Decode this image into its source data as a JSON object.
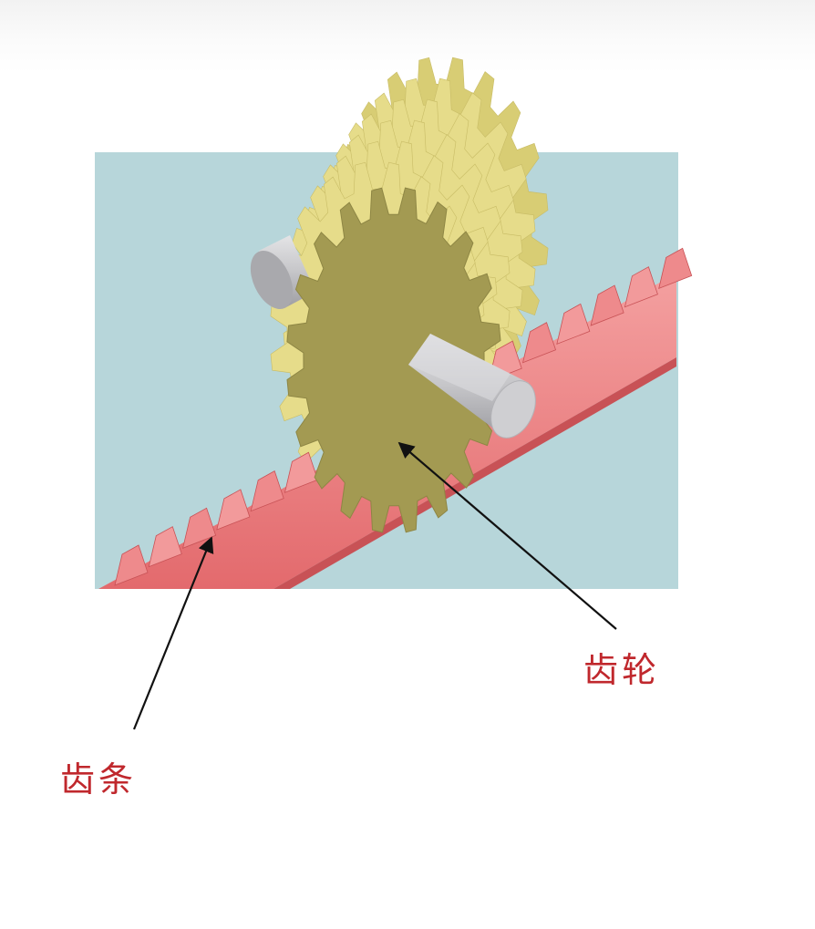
{
  "diagram": {
    "labels": {
      "gear": "齿轮",
      "rack": "齿条"
    },
    "colors": {
      "background_panel": "#b7d6da",
      "gear_face": "#a39a52",
      "gear_teeth": "#e6dc8a",
      "rack": "#e8787a",
      "rack_shadow": "#c85256",
      "shaft": "#c9c9cc",
      "label_text": "#c0282d",
      "arrow": "#111111"
    },
    "components": [
      "gear",
      "rack",
      "shaft"
    ]
  }
}
